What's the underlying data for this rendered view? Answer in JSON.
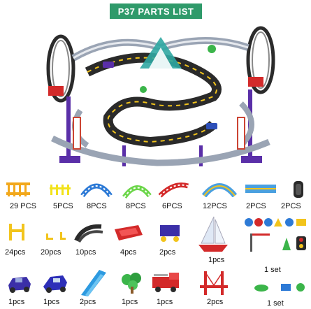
{
  "header": {
    "title": "P37 PARTS LIST"
  },
  "row1": [
    {
      "qty": "29 PCS",
      "icon": "fence-icon"
    },
    {
      "qty": "5PCS",
      "icon": "short-fence-icon"
    },
    {
      "qty": "8PCS",
      "icon": "blue-curved-track-icon"
    },
    {
      "qty": "8PCS",
      "icon": "green-curved-track-icon"
    },
    {
      "qty": "6PCS",
      "icon": "red-track-icon"
    },
    {
      "qty": "12PCS",
      "icon": "blue-arc-track-icon"
    },
    {
      "qty": "2PCS",
      "icon": "straight-track-icon"
    },
    {
      "qty": "2PCS",
      "icon": "tire-icon"
    }
  ],
  "row2": [
    {
      "qty": "24pcs",
      "icon": "pillar-icon"
    },
    {
      "qty": "20pcs",
      "icon": "connector-icon"
    },
    {
      "qty": "10pcs",
      "icon": "black-track-icon"
    },
    {
      "qty": "4pcs",
      "icon": "red-cart-icon"
    },
    {
      "qty": "2pcs",
      "icon": "blue-cart-icon"
    },
    {
      "qty": "1pcs",
      "icon": "sail-boat-icon"
    },
    {
      "qty": "1 set",
      "icon": "sign-set-icon"
    }
  ],
  "row3": [
    {
      "qty": "1pcs",
      "icon": "race-car-icon"
    },
    {
      "qty": "1pcs",
      "icon": "blue-car-icon"
    },
    {
      "qty": "2pcs",
      "icon": "slide-ramp-icon"
    },
    {
      "qty": "1pcs",
      "icon": "tree-icon"
    },
    {
      "qty": "1pcs",
      "icon": "fire-truck-icon"
    },
    {
      "qty": "2pcs",
      "icon": "bridge-icon"
    },
    {
      "qty": "1 set",
      "icon": "accessory-set-icon"
    }
  ],
  "colors": {
    "header": "#2f9a6a",
    "track_blue": "#2d7ad6",
    "track_green": "#6cd64a",
    "track_red": "#d32a2a",
    "purple": "#5a2fa8",
    "yellow": "#f2c41c"
  }
}
